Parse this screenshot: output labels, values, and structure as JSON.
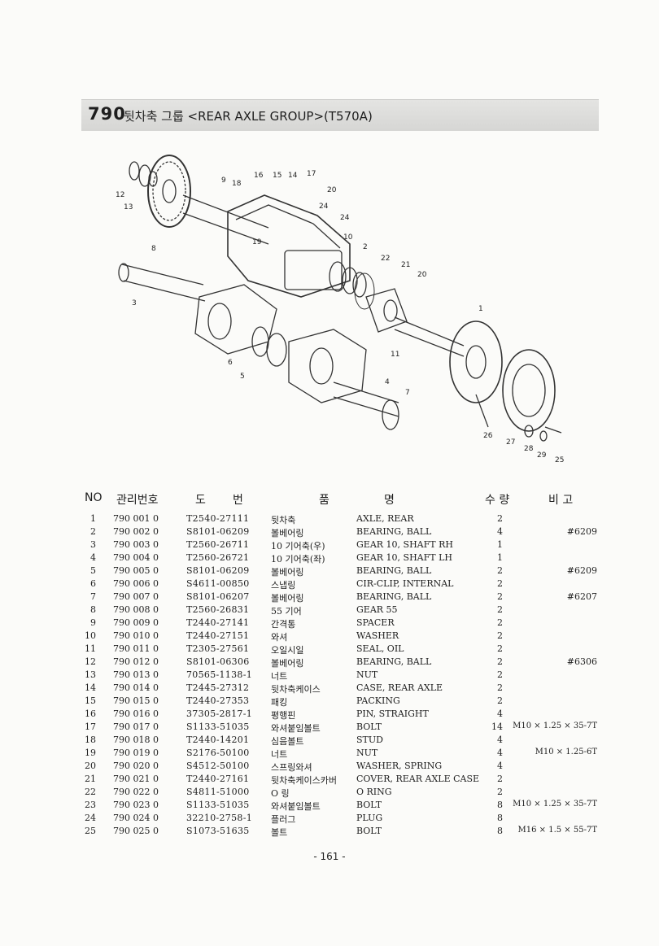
{
  "title": {
    "number": "790",
    "text": "뒷차축 그룹 <REAR AXLE GROUP>(T570A)"
  },
  "diagram_labels": [
    "12",
    "13",
    "8",
    "9",
    "18",
    "16",
    "15",
    "14",
    "17",
    "20",
    "24",
    "24",
    "10",
    "19",
    "2",
    "22",
    "21",
    "20",
    "3",
    "1",
    "6",
    "5",
    "11",
    "4",
    "7",
    "26",
    "27",
    "28",
    "29",
    "25"
  ],
  "table": {
    "headers": {
      "no": "NO",
      "mgmt": "관리번호",
      "code_a": "도",
      "code_b": "번",
      "name_a": "품",
      "name_b": "명",
      "qty": "수 량",
      "remark": "비 고"
    },
    "rows": [
      {
        "no": "1",
        "mgmt": "790  001  0",
        "code": "T2540-27111",
        "kr": "뒷차축",
        "en": "AXLE, REAR",
        "qty": "2",
        "remark": ""
      },
      {
        "no": "2",
        "mgmt": "790  002  0",
        "code": "S8101-06209",
        "kr": "볼베어링",
        "en": "BEARING, BALL",
        "qty": "4",
        "remark": "#6209"
      },
      {
        "no": "3",
        "mgmt": "790  003  0",
        "code": "T2560-26711",
        "kr": "10 기어축(우)",
        "en": "GEAR 10, SHAFT RH",
        "qty": "1",
        "remark": ""
      },
      {
        "no": "4",
        "mgmt": "790  004  0",
        "code": "T2560-26721",
        "kr": "10 기어축(좌)",
        "en": "GEAR 10, SHAFT LH",
        "qty": "1",
        "remark": ""
      },
      {
        "no": "5",
        "mgmt": "790  005  0",
        "code": "S8101-06209",
        "kr": "볼베어링",
        "en": "BEARING, BALL",
        "qty": "2",
        "remark": "#6209"
      },
      {
        "no": "6",
        "mgmt": "790  006  0",
        "code": "S4611-00850",
        "kr": "스냅링",
        "en": "CIR-CLIP, INTERNAL",
        "qty": "2",
        "remark": ""
      },
      {
        "no": "7",
        "mgmt": "790  007  0",
        "code": "S8101-06207",
        "kr": "볼베어링",
        "en": "BEARING, BALL",
        "qty": "2",
        "remark": "#6207"
      },
      {
        "no": "8",
        "mgmt": "790  008  0",
        "code": "T2560-26831",
        "kr": "55 기어",
        "en": "GEAR 55",
        "qty": "2",
        "remark": ""
      },
      {
        "no": "9",
        "mgmt": "790  009  0",
        "code": "T2440-27141",
        "kr": "간격통",
        "en": "SPACER",
        "qty": "2",
        "remark": ""
      },
      {
        "no": "10",
        "mgmt": "790  010  0",
        "code": "T2440-27151",
        "kr": "와셔",
        "en": "WASHER",
        "qty": "2",
        "remark": ""
      },
      {
        "no": "11",
        "mgmt": "790  011  0",
        "code": "T2305-27561",
        "kr": "오일시일",
        "en": "SEAL, OIL",
        "qty": "2",
        "remark": ""
      },
      {
        "no": "12",
        "mgmt": "790  012  0",
        "code": "S8101-06306",
        "kr": "볼베어링",
        "en": "BEARING, BALL",
        "qty": "2",
        "remark": "#6306"
      },
      {
        "no": "13",
        "mgmt": "790  013  0",
        "code": "70565-1138-1",
        "kr": "너트",
        "en": "NUT",
        "qty": "2",
        "remark": ""
      },
      {
        "no": "14",
        "mgmt": "790  014  0",
        "code": "T2445-27312",
        "kr": "뒷차축케이스",
        "en": "CASE, REAR AXLE",
        "qty": "2",
        "remark": ""
      },
      {
        "no": "15",
        "mgmt": "790  015  0",
        "code": "T2440-27353",
        "kr": "패킹",
        "en": "PACKING",
        "qty": "2",
        "remark": ""
      },
      {
        "no": "16",
        "mgmt": "790  016  0",
        "code": "37305-2817-1",
        "kr": "평행핀",
        "en": "PIN, STRAIGHT",
        "qty": "4",
        "remark": ""
      },
      {
        "no": "17",
        "mgmt": "790  017  0",
        "code": "S1133-51035",
        "kr": "와셔붙임볼트",
        "en": "BOLT",
        "qty": "14",
        "remark": "M10 × 1.25 × 35-7T"
      },
      {
        "no": "18",
        "mgmt": "790  018  0",
        "code": "T2440-14201",
        "kr": "심음볼트",
        "en": "STUD",
        "qty": "4",
        "remark": ""
      },
      {
        "no": "19",
        "mgmt": "790  019  0",
        "code": "S2176-50100",
        "kr": "너트",
        "en": "NUT",
        "qty": "4",
        "remark": "M10 × 1.25-6T"
      },
      {
        "no": "20",
        "mgmt": "790  020  0",
        "code": "S4512-50100",
        "kr": "스프링와셔",
        "en": "WASHER, SPRING",
        "qty": "4",
        "remark": ""
      },
      {
        "no": "21",
        "mgmt": "790  021  0",
        "code": "T2440-27161",
        "kr": "뒷차축케이스카버",
        "en": "COVER, REAR AXLE CASE",
        "qty": "2",
        "remark": ""
      },
      {
        "no": "22",
        "mgmt": "790  022  0",
        "code": "S4811-51000",
        "kr": "O 링",
        "en": "O RING",
        "qty": "2",
        "remark": ""
      },
      {
        "no": "23",
        "mgmt": "790  023  0",
        "code": "S1133-51035",
        "kr": "와셔붙임볼트",
        "en": "BOLT",
        "qty": "8",
        "remark": "M10 × 1.25 × 35-7T"
      },
      {
        "no": "24",
        "mgmt": "790  024  0",
        "code": "32210-2758-1",
        "kr": "플러그",
        "en": "PLUG",
        "qty": "8",
        "remark": ""
      },
      {
        "no": "25",
        "mgmt": "790  025  0",
        "code": "S1073-51635",
        "kr": "볼트",
        "en": "BOLT",
        "qty": "8",
        "remark": "M16 × 1.5 × 55-7T"
      }
    ]
  },
  "footer": {
    "page": "- 161 -"
  }
}
